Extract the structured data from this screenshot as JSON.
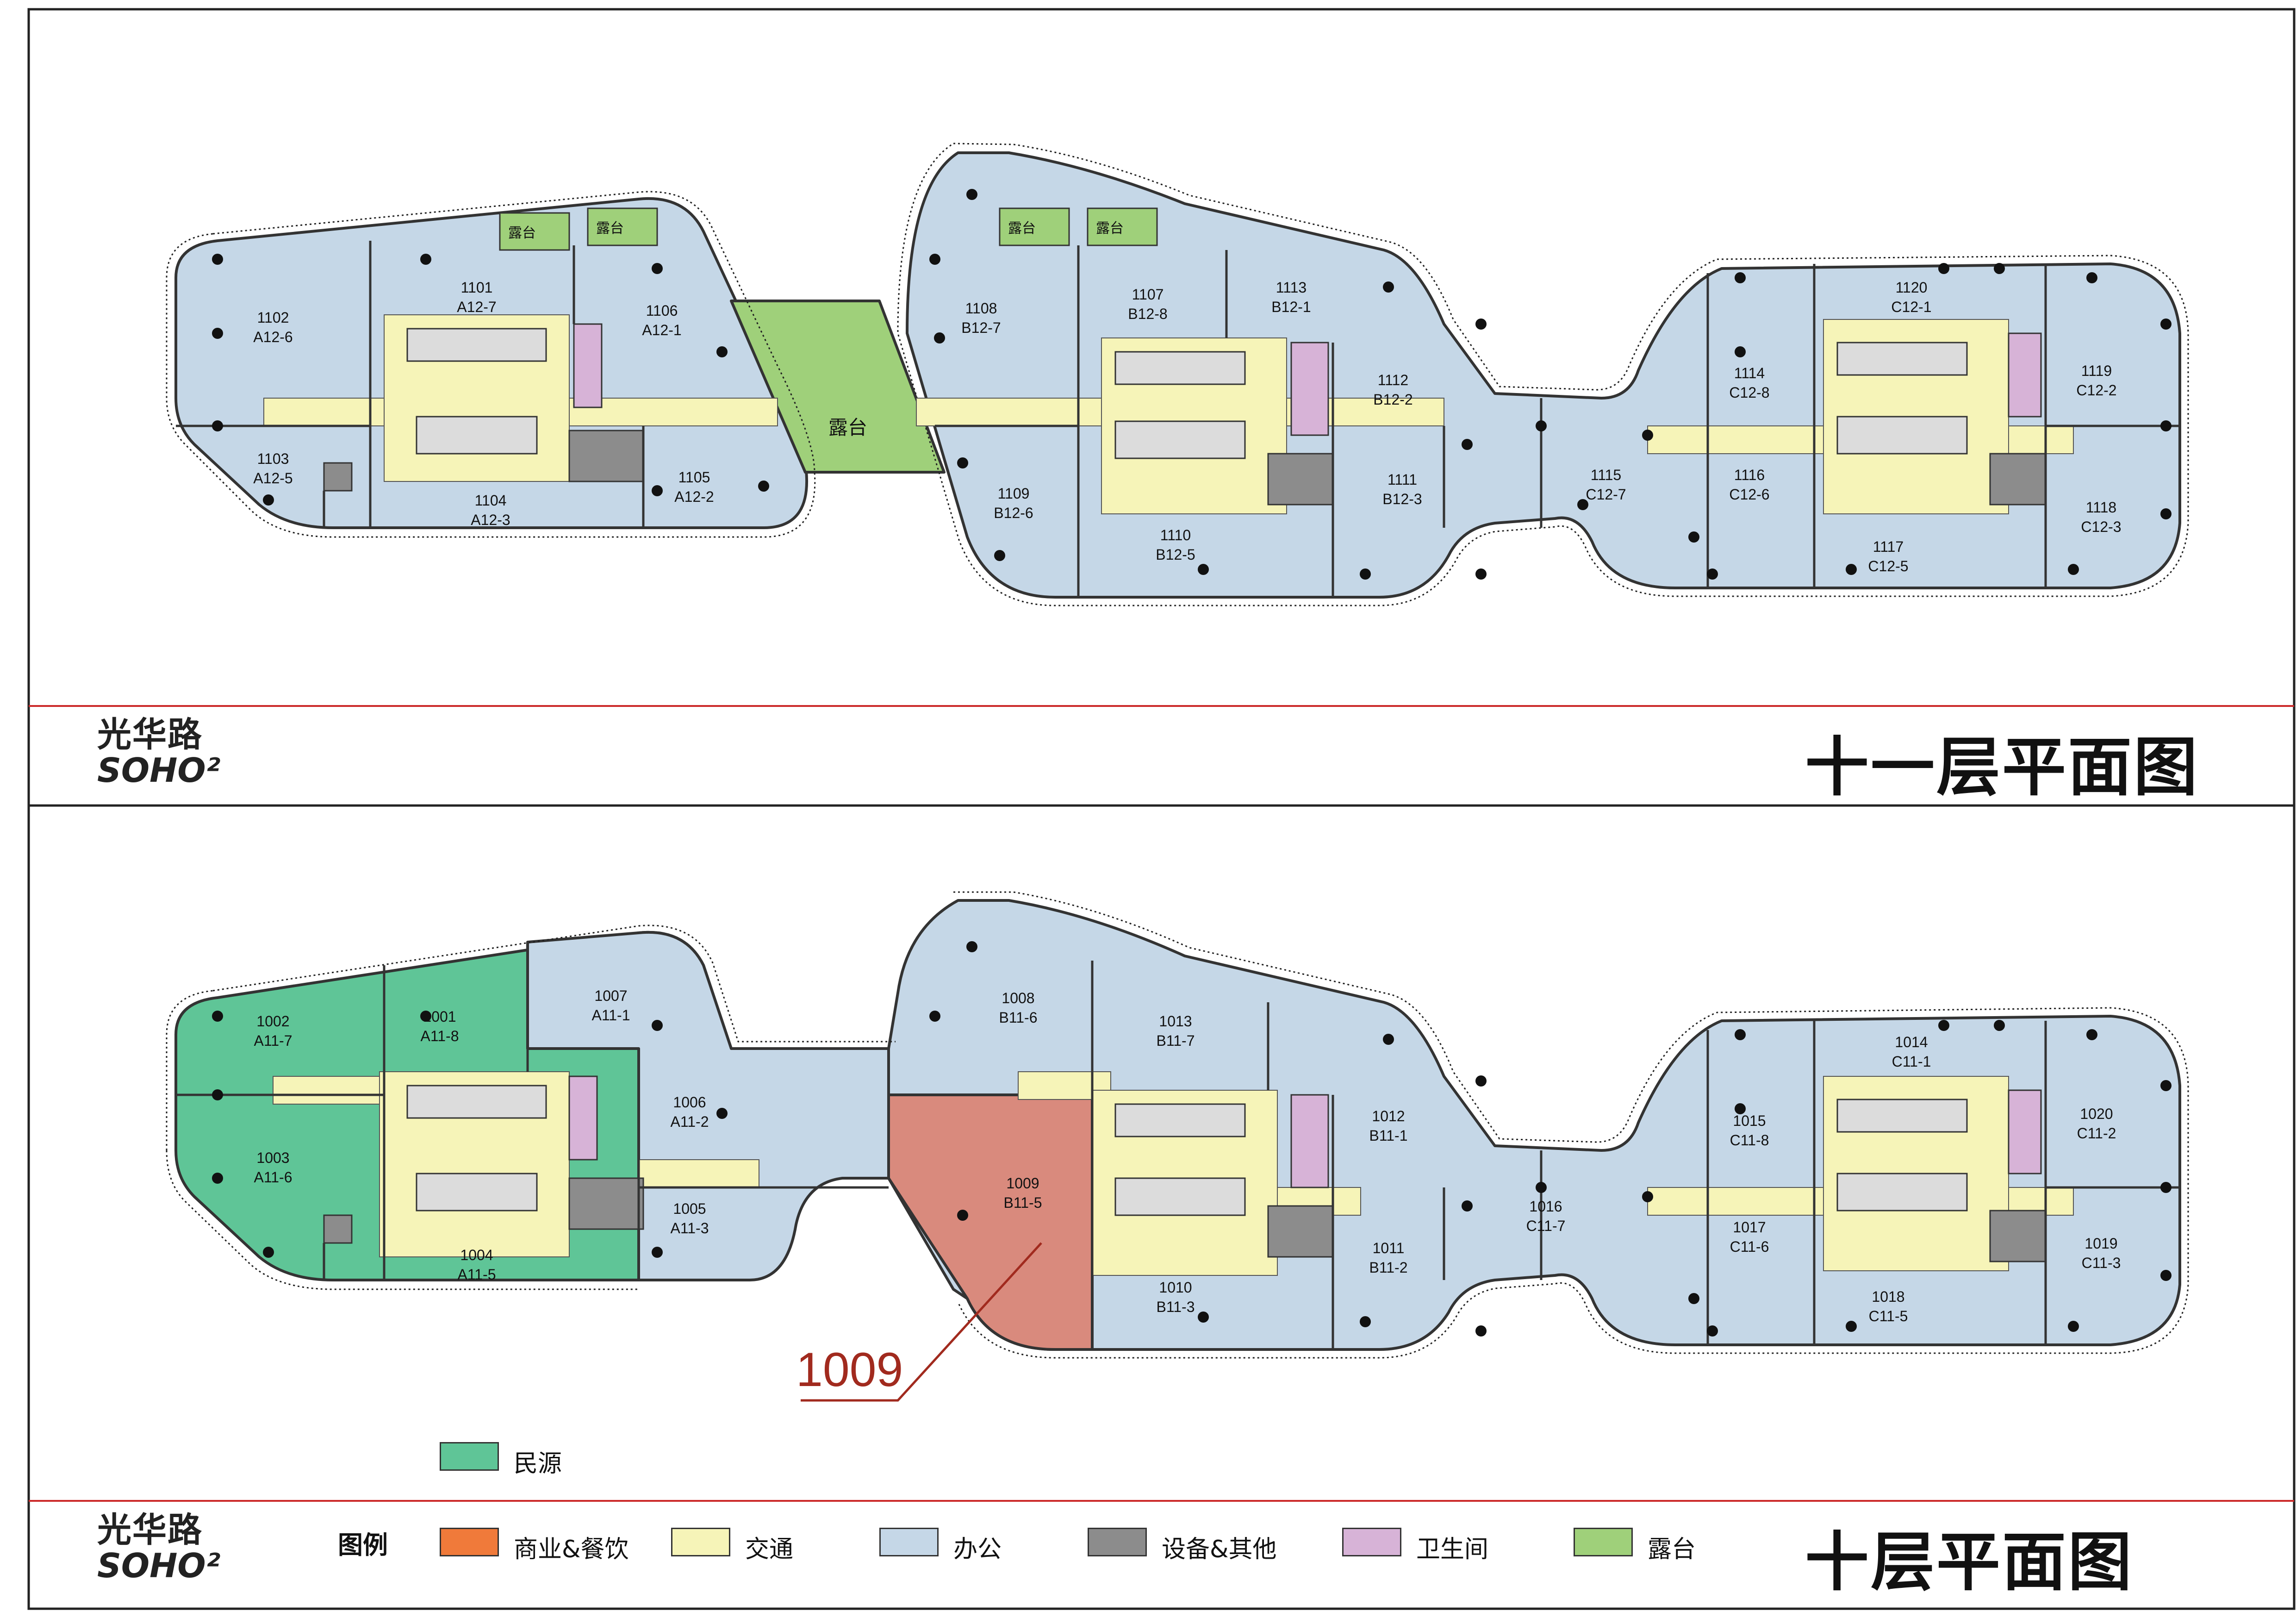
{
  "colors": {
    "office": "#c5d7e7",
    "circulation": "#f6f4b8",
    "equipment": "#8c8c8c",
    "toilet": "#d7b3d7",
    "terrace": "#9fd07a",
    "commercial": "#f07a3a",
    "minyuan": "#5fc597",
    "highlight": "#d98a7d",
    "callout": "#a12a1e",
    "divider": "#cc2a2a"
  },
  "logo": {
    "cn": "光华路",
    "en": "SOHO²"
  },
  "floor11": {
    "title": "十一层平面图",
    "terrace_labels": [
      "露台",
      "露台",
      "露台",
      "露台",
      "露台"
    ],
    "units": [
      {
        "no": "1101",
        "code": "A12-7"
      },
      {
        "no": "1102",
        "code": "A12-6"
      },
      {
        "no": "1103",
        "code": "A12-5"
      },
      {
        "no": "1104",
        "code": "A12-3"
      },
      {
        "no": "1105",
        "code": "A12-2"
      },
      {
        "no": "1106",
        "code": "A12-1"
      },
      {
        "no": "1107",
        "code": "B12-8"
      },
      {
        "no": "1108",
        "code": "B12-7"
      },
      {
        "no": "1109",
        "code": "B12-6"
      },
      {
        "no": "1110",
        "code": "B12-5"
      },
      {
        "no": "1111",
        "code": "B12-3"
      },
      {
        "no": "1112",
        "code": "B12-2"
      },
      {
        "no": "1113",
        "code": "B12-1"
      },
      {
        "no": "1114",
        "code": "C12-8"
      },
      {
        "no": "1115",
        "code": "C12-7"
      },
      {
        "no": "1116",
        "code": "C12-6"
      },
      {
        "no": "1117",
        "code": "C12-5"
      },
      {
        "no": "1118",
        "code": "C12-3"
      },
      {
        "no": "1119",
        "code": "C12-2"
      },
      {
        "no": "1120",
        "code": "C12-1"
      }
    ]
  },
  "floor10": {
    "title": "十层平面图",
    "units": [
      {
        "no": "1001",
        "code": "A11-8"
      },
      {
        "no": "1002",
        "code": "A11-7"
      },
      {
        "no": "1003",
        "code": "A11-6"
      },
      {
        "no": "1004",
        "code": "A11-5"
      },
      {
        "no": "1005",
        "code": "A11-3"
      },
      {
        "no": "1006",
        "code": "A11-2"
      },
      {
        "no": "1007",
        "code": "A11-1"
      },
      {
        "no": "1008",
        "code": "B11-6"
      },
      {
        "no": "1009",
        "code": "B11-5"
      },
      {
        "no": "1010",
        "code": "B11-3"
      },
      {
        "no": "1011",
        "code": "B11-2"
      },
      {
        "no": "1012",
        "code": "B11-1"
      },
      {
        "no": "1013",
        "code": "B11-7"
      },
      {
        "no": "1014",
        "code": "C11-1"
      },
      {
        "no": "1015",
        "code": "C11-8"
      },
      {
        "no": "1016",
        "code": "C11-7"
      },
      {
        "no": "1017",
        "code": "C11-6"
      },
      {
        "no": "1018",
        "code": "C11-5"
      },
      {
        "no": "1019",
        "code": "C11-3"
      },
      {
        "no": "1020",
        "code": "C11-2"
      }
    ],
    "callout": "1009"
  },
  "tenant_legend": {
    "label": "民源"
  },
  "legend": {
    "title": "图例",
    "items": [
      {
        "label": "商业&餐饮",
        "color": "#f07a3a"
      },
      {
        "label": "交通",
        "color": "#f6f4b8"
      },
      {
        "label": "办公",
        "color": "#c5d7e7"
      },
      {
        "label": "设备&其他",
        "color": "#8c8c8c"
      },
      {
        "label": "卫生间",
        "color": "#d7b3d7"
      },
      {
        "label": "露台",
        "color": "#9fd07a"
      }
    ]
  }
}
